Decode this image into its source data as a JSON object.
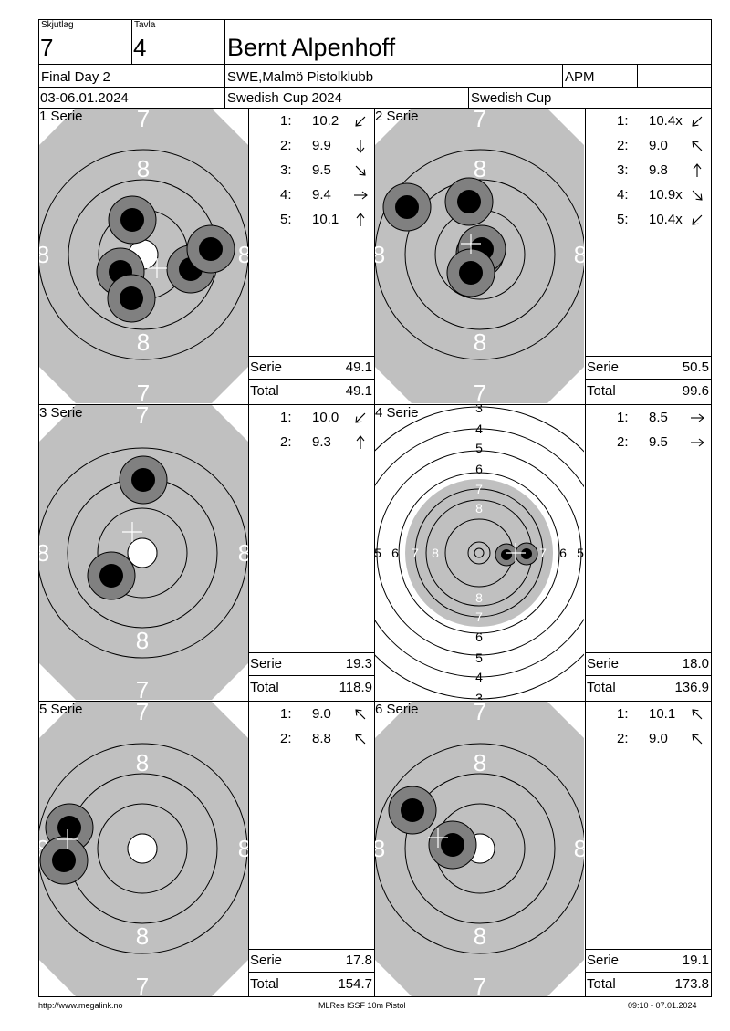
{
  "header": {
    "skjutlag_label": "Skjutlag",
    "skjutlag_value": "7",
    "tavla_label": "Tavla",
    "tavla_value": "4",
    "shooter_name": "Bernt Alpenhoff",
    "event": "Final Day 2",
    "club": "SWE,Malmö Pistolklubb",
    "class": "APM",
    "dates": "03-06.01.2024",
    "competition": "Swedish Cup 2024",
    "competition_short": "Swedish Cup"
  },
  "series": [
    {
      "label": "1 Serie",
      "shots": [
        {
          "n": "1:",
          "v": "10.2",
          "dir": "sw"
        },
        {
          "n": "2:",
          "v": "9.9",
          "dir": "s"
        },
        {
          "n": "3:",
          "v": "9.5",
          "dir": "se"
        },
        {
          "n": "4:",
          "v": "9.4",
          "dir": "e"
        },
        {
          "n": "5:",
          "v": "10.1",
          "dir": "n"
        }
      ],
      "serie_label": "Serie",
      "serie_value": "49.1",
      "total_label": "Total",
      "total_value": "49.1",
      "target": "standard"
    },
    {
      "label": "2 Serie",
      "shots": [
        {
          "n": "1:",
          "v": "10.4x",
          "dir": "sw"
        },
        {
          "n": "2:",
          "v": "9.0",
          "dir": "nw"
        },
        {
          "n": "3:",
          "v": "9.8",
          "dir": "n"
        },
        {
          "n": "4:",
          "v": "10.9x",
          "dir": "se"
        },
        {
          "n": "5:",
          "v": "10.4x",
          "dir": "sw"
        }
      ],
      "serie_label": "Serie",
      "serie_value": "50.5",
      "total_label": "Total",
      "total_value": "99.6",
      "target": "standard"
    },
    {
      "label": "3 Serie",
      "shots": [
        {
          "n": "1:",
          "v": "10.0",
          "dir": "sw"
        },
        {
          "n": "2:",
          "v": "9.3",
          "dir": "n"
        }
      ],
      "serie_label": "Serie",
      "serie_value": "19.3",
      "total_label": "Total",
      "total_value": "118.9",
      "target": "standard"
    },
    {
      "label": "4 Serie",
      "shots": [
        {
          "n": "1:",
          "v": "8.5",
          "dir": "e"
        },
        {
          "n": "2:",
          "v": "9.5",
          "dir": "e"
        }
      ],
      "serie_label": "Serie",
      "serie_value": "18.0",
      "total_label": "Total",
      "total_value": "136.9",
      "target": "zoomed"
    },
    {
      "label": "5 Serie",
      "shots": [
        {
          "n": "1:",
          "v": "9.0",
          "dir": "nw"
        },
        {
          "n": "2:",
          "v": "8.8",
          "dir": "nw"
        }
      ],
      "serie_label": "Serie",
      "serie_value": "17.8",
      "total_label": "Total",
      "total_value": "154.7",
      "target": "standard"
    },
    {
      "label": "6 Serie",
      "shots": [
        {
          "n": "1:",
          "v": "10.1",
          "dir": "nw"
        },
        {
          "n": "2:",
          "v": "9.0",
          "dir": "nw"
        }
      ],
      "serie_label": "Serie",
      "serie_value": "19.1",
      "total_label": "Total",
      "total_value": "173.8",
      "target": "standard"
    }
  ],
  "ring_labels": {
    "standard": [
      "7",
      "8"
    ],
    "zoomed": [
      "3",
      "4",
      "5",
      "6",
      "7",
      "8"
    ]
  },
  "footer": {
    "url": "http://www.megalink.no",
    "software": "MLRes ISSF 10m Pistol",
    "timestamp": "09:10 - 07.01.2024"
  },
  "colors": {
    "target_gray": "#c0c0c0",
    "hole_outer": "#808080",
    "hole_inner": "#000000"
  }
}
